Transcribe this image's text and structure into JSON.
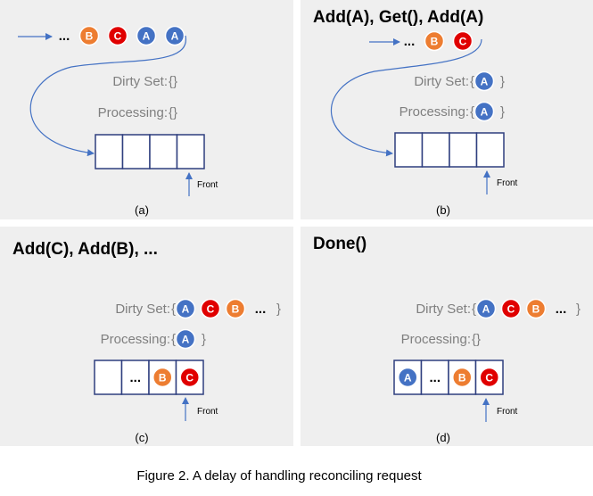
{
  "colors": {
    "A": "#4472c4",
    "B": "#ed7d31",
    "C": "#e00000",
    "background": "#efefef",
    "arrow": "#4472c4",
    "queue_border": "#2f3f7f"
  },
  "labels": {
    "dirty_set": "Dirty Set:",
    "processing": "Processing:",
    "front": "Front",
    "ellipsis": "...",
    "empty_set": "{}",
    "brace_open": "{",
    "brace_close": "}"
  },
  "panels": [
    {
      "label": "(a)",
      "title": "",
      "input": [
        "B",
        "C",
        "A",
        "A"
      ],
      "dirty_set": [],
      "processing": [],
      "queue": [
        "",
        "",
        "",
        ""
      ]
    },
    {
      "label": "(b)",
      "title": "Add(A), Get(), Add(A)",
      "input": [
        "B",
        "C"
      ],
      "dirty_set": [
        "A"
      ],
      "processing": [
        "A"
      ],
      "queue": [
        "",
        "",
        "",
        ""
      ]
    },
    {
      "label": "(c)",
      "title": "Add(C), Add(B), ...",
      "input": [],
      "dirty_set": [
        "A",
        "C",
        "B",
        "..."
      ],
      "processing": [
        "A"
      ],
      "queue": [
        "",
        "...",
        "B",
        "C"
      ]
    },
    {
      "label": "(d)",
      "title": "Done()",
      "input": [],
      "dirty_set": [
        "A",
        "C",
        "B",
        "..."
      ],
      "processing": [],
      "queue": [
        "A",
        "...",
        "B",
        "C"
      ]
    }
  ],
  "caption": "Figure 2. A delay of handling reconciling request"
}
